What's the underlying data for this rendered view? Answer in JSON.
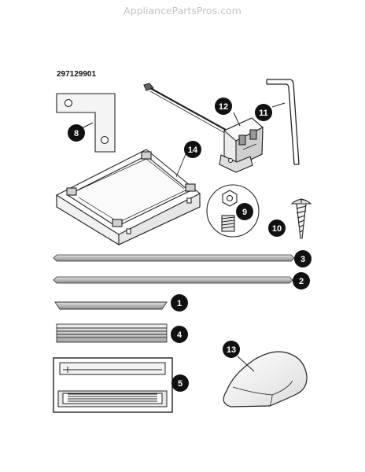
{
  "watermark": "AppliancePartsPros.com",
  "diagram_number": "297129901",
  "callouts": [
    "8",
    "12",
    "11",
    "14",
    "9",
    "10",
    "3",
    "2",
    "1",
    "4",
    "5",
    "13"
  ]
}
